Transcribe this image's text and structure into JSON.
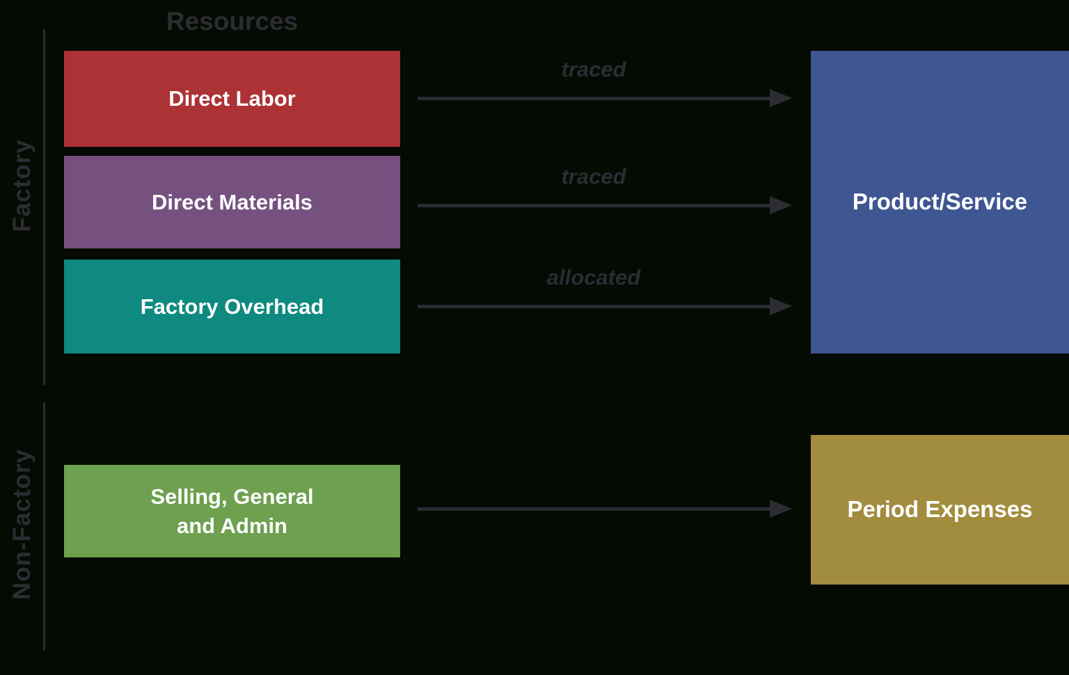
{
  "diagram": {
    "title": "Resources",
    "groups": [
      {
        "label": "Factory"
      },
      {
        "label": "Non-Factory"
      }
    ],
    "source_boxes": [
      {
        "label": "Direct Labor",
        "color": "#ac3236"
      },
      {
        "label": "Direct Materials",
        "color": "#765180"
      },
      {
        "label": "Factory Overhead",
        "color": "#0e8a80"
      },
      {
        "label": "Selling, General\nand Admin",
        "color": "#6da04f"
      }
    ],
    "arrows": [
      {
        "label": "traced",
        "from": "Direct Labor",
        "to": "Product/Service"
      },
      {
        "label": "traced",
        "from": "Direct Materials",
        "to": "Product/Service"
      },
      {
        "label": "allocated",
        "from": "Factory Overhead",
        "to": "Product/Service"
      },
      {
        "label": "",
        "from": "Selling, General and Admin",
        "to": "Period Expenses"
      }
    ],
    "target_boxes": [
      {
        "label": "Product/Service",
        "color": "#3e5691"
      },
      {
        "label": "Period Expenses",
        "color": "#a28c3e"
      }
    ],
    "colors": {
      "background": "#050b02",
      "muted_text": "#2c2c33",
      "arrow": "#2c2c33",
      "box_text": "#ffffff"
    }
  }
}
